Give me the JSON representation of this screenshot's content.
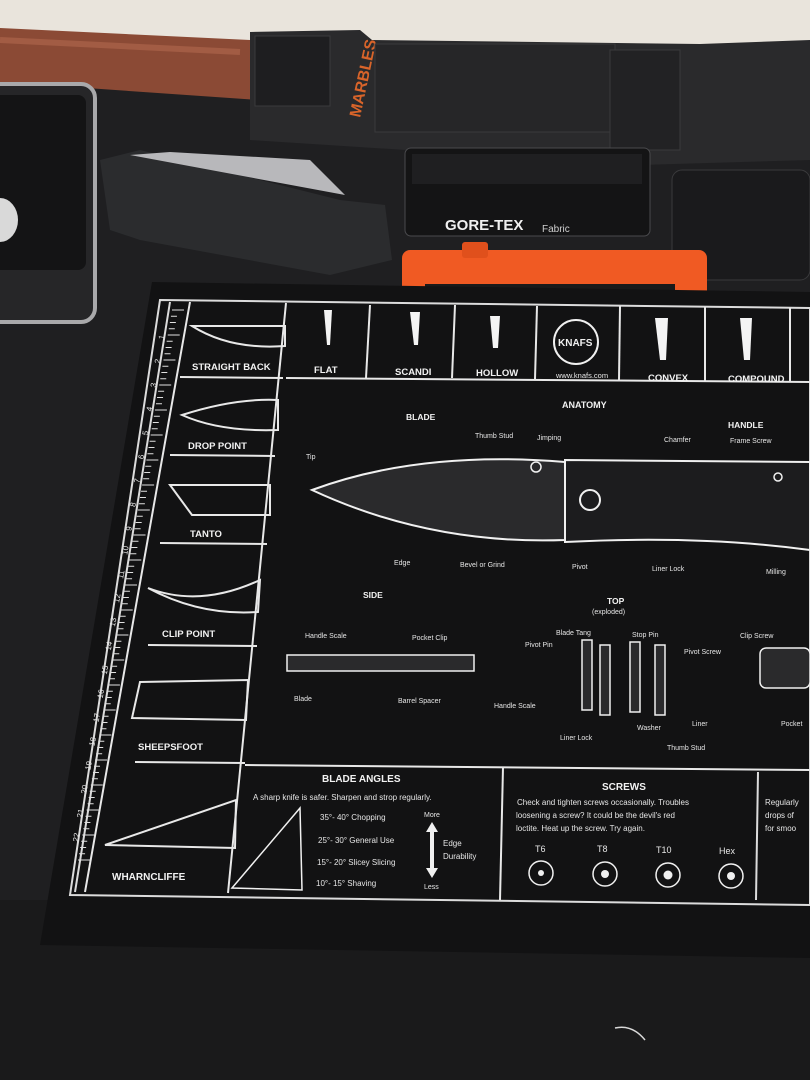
{
  "brand_logo": "KNAFS",
  "pouch_logo": "MARBLES",
  "case_label": "GORE-TEX",
  "case_label_suffix": "Fabric",
  "grinds": {
    "straight_back": "STRAIGHT BACK",
    "flat": "FLAT",
    "scandi": "SCANDI",
    "hollow": "HOLLOW",
    "website": "www.knafs.com",
    "convex": "CONVEX",
    "compound": "COMPOUND"
  },
  "blade_shapes": {
    "drop_point": "DROP POINT",
    "tanto": "TANTO",
    "clip_point": "CLIP POINT",
    "sheepsfoot": "SHEEPSFOOT",
    "wharncliffe": "WHARNCLIFFE"
  },
  "anatomy": {
    "title": "ANATOMY",
    "blade": "BLADE",
    "handle": "HANDLE",
    "tip": "Tip",
    "thumb_stud": "Thumb Stud",
    "jimping": "Jimping",
    "chamfer": "Chamfer",
    "frame_screw": "Frame Screw",
    "edge": "Edge",
    "bevel": "Bevel or Grind",
    "pivot": "Pivot",
    "liner_lock": "Liner Lock",
    "milling": "Milling"
  },
  "side": {
    "title": "SIDE",
    "handle_scale": "Handle Scale",
    "pocket_clip": "Pocket Clip",
    "blade": "Blade",
    "barrel_spacer": "Barrel Spacer"
  },
  "top": {
    "title": "TOP",
    "subtitle": "(exploded)",
    "blade_tang": "Blade Tang",
    "stop_pin": "Stop Pin",
    "pivot_pin": "Pivot Pin",
    "pivot_screw": "Pivot Screw",
    "clip_screw": "Clip Screw",
    "handle_scale": "Handle Scale",
    "washer": "Washer",
    "liner": "Liner",
    "liner_lock": "Liner Lock",
    "thumb_stud": "Thumb Stud",
    "pocket": "Pocket"
  },
  "blade_angles": {
    "title": "BLADE ANGLES",
    "subtitle": "A sharp knife is safer. Sharpen and strop regularly.",
    "rows": [
      "35°- 40° Chopping",
      "25°- 30° General Use",
      "15°- 20° Slicey Slicing",
      "10°- 15° Shaving"
    ],
    "more": "More",
    "less": "Less",
    "edge": "Edge",
    "durability": "Durability"
  },
  "screws": {
    "title": "SCREWS",
    "line1": "Check and tighten screws occasionally. Troubles",
    "line2": "loosening a screw? It could be the devil's red",
    "line3": "loctite. Heat up the screw. Try again.",
    "types": [
      "T6",
      "T8",
      "T10",
      "Hex"
    ]
  },
  "extra_panel": {
    "line1": "Regularly",
    "line2": "drops of",
    "line3": "for smoo"
  },
  "ruler": [
    "1",
    "2",
    "3",
    "4",
    "5",
    "6",
    "7",
    "8",
    "9",
    "10",
    "11",
    "12",
    "13",
    "14",
    "15",
    "16",
    "17",
    "18",
    "19",
    "20",
    "21",
    "22"
  ]
}
